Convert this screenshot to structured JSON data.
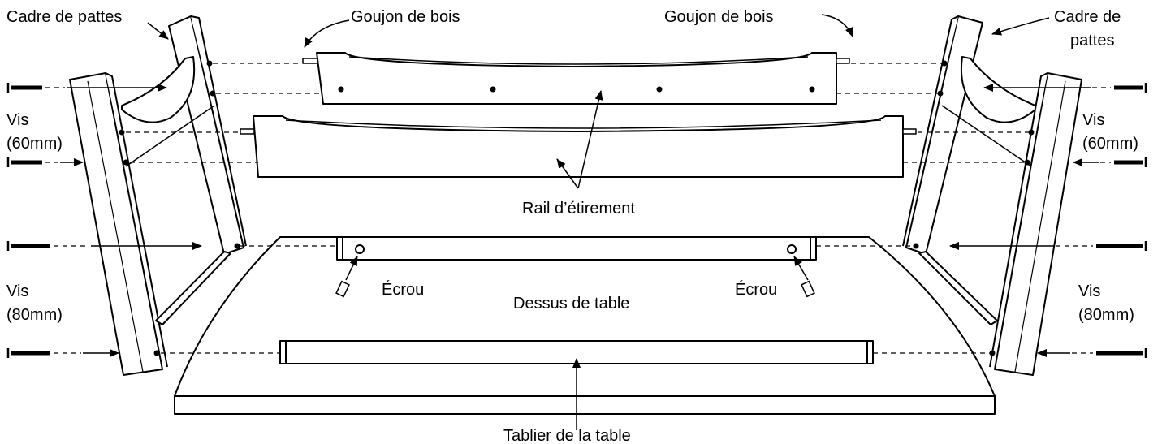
{
  "labels": {
    "leg_frame_left": "Cadre de pattes",
    "leg_frame_right_line1": "Cadre de",
    "leg_frame_right_line2": "pattes",
    "dowel_left": "Goujon de bois",
    "dowel_right": "Goujon de bois",
    "screw_60_left_line1": "Vis",
    "screw_60_left_line2": "(60mm)",
    "screw_60_right_line1": "Vis",
    "screw_60_right_line2": "(60mm)",
    "screw_80_left_line1": "Vis",
    "screw_80_left_line2": "(80mm)",
    "screw_80_right_line1": "Vis",
    "screw_80_right_line2": "(80mm)",
    "stretcher_rail": "Rail d’étirement",
    "nut_left": "Écrou",
    "nut_right": "Écrou",
    "tabletop": "Dessus de table",
    "apron": "Tablier de la table"
  }
}
